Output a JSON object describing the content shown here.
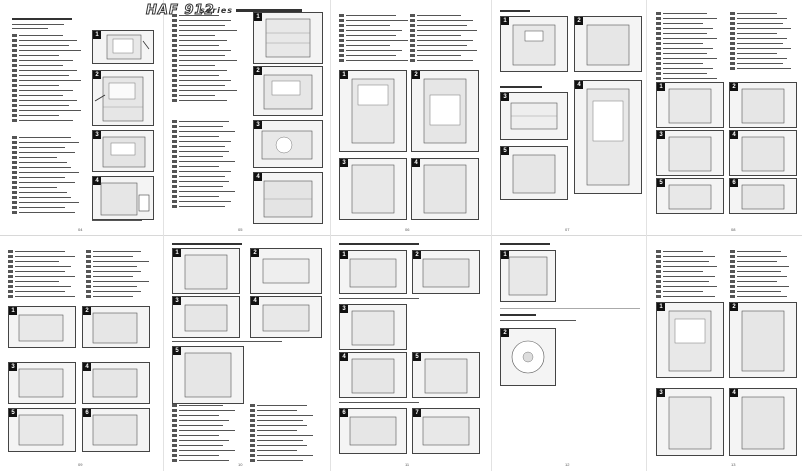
{
  "header": {
    "logo_text": "HAF 912",
    "logo_suffix": "series"
  },
  "page_numbers": [
    "04",
    "05",
    "06",
    "07",
    "08",
    "09",
    "10",
    "11",
    "12",
    "13"
  ]
}
